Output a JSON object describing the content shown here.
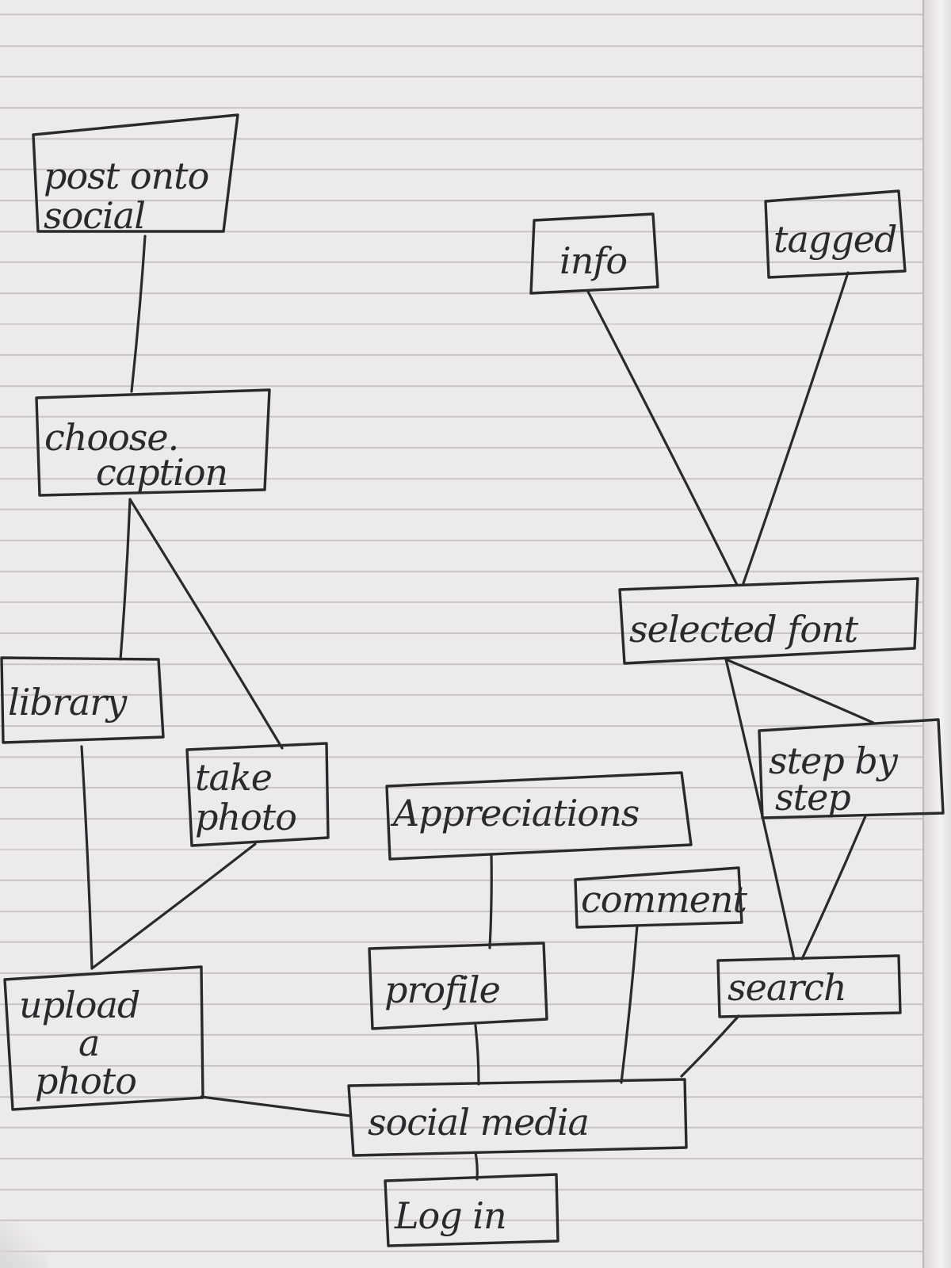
{
  "diagram": {
    "nodes": [
      {
        "id": "post-onto-social",
        "lines": [
          "post onto",
          "social"
        ]
      },
      {
        "id": "choose-caption",
        "lines": [
          "choose.",
          "caption"
        ]
      },
      {
        "id": "library",
        "lines": [
          "library"
        ]
      },
      {
        "id": "take-photo",
        "lines": [
          "take",
          "photo"
        ]
      },
      {
        "id": "upload-a-photo",
        "lines": [
          "upload",
          "a",
          "photo"
        ]
      },
      {
        "id": "info",
        "lines": [
          "info"
        ]
      },
      {
        "id": "tagged",
        "lines": [
          "tagged"
        ]
      },
      {
        "id": "selected-font",
        "lines": [
          "selected font"
        ]
      },
      {
        "id": "step-by-step",
        "lines": [
          "step by",
          "step"
        ]
      },
      {
        "id": "appreciations",
        "lines": [
          "Appreciations"
        ]
      },
      {
        "id": "comment",
        "lines": [
          "comment"
        ]
      },
      {
        "id": "profile",
        "lines": [
          "profile"
        ]
      },
      {
        "id": "search",
        "lines": [
          "search"
        ]
      },
      {
        "id": "social-media",
        "lines": [
          "social media"
        ]
      },
      {
        "id": "log-in",
        "lines": [
          "Log in"
        ]
      }
    ],
    "edges": [
      {
        "from": "post-onto-social",
        "to": "choose-caption"
      },
      {
        "from": "choose-caption",
        "to": "library"
      },
      {
        "from": "choose-caption",
        "to": "take-photo"
      },
      {
        "from": "library",
        "to": "upload-a-photo"
      },
      {
        "from": "take-photo",
        "to": "upload-a-photo"
      },
      {
        "from": "upload-a-photo",
        "to": "social-media"
      },
      {
        "from": "info",
        "to": "selected-font"
      },
      {
        "from": "tagged",
        "to": "selected-font"
      },
      {
        "from": "selected-font",
        "to": "step-by-step"
      },
      {
        "from": "selected-font",
        "to": "search"
      },
      {
        "from": "step-by-step",
        "to": "search"
      },
      {
        "from": "appreciations",
        "to": "profile"
      },
      {
        "from": "profile",
        "to": "social-media"
      },
      {
        "from": "comment",
        "to": "social-media"
      },
      {
        "from": "search",
        "to": "social-media"
      },
      {
        "from": "social-media",
        "to": "log-in"
      }
    ]
  }
}
